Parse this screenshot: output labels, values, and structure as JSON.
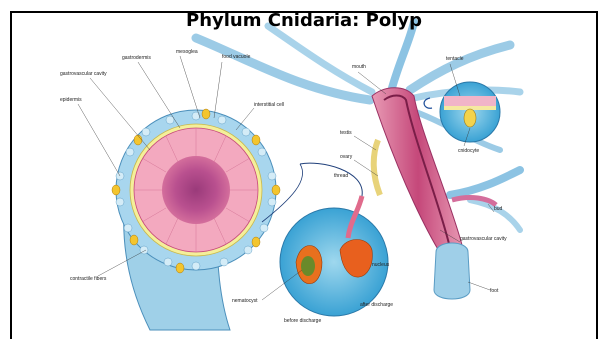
{
  "slide": {
    "title": "Phylum Cnidaria: Polyp"
  },
  "labels": {
    "food_vacuole": "food vacuole",
    "mesoglea": "mesoglea",
    "gastrodermis": "gastrodermis",
    "gastrovascular_cavity_left": "gastrovascular cavity",
    "epidermis": "epidermis",
    "interstitial_cell": "interstitial cell",
    "thread": "thread",
    "contractile_fibers": "contractile fibers",
    "nematocyst": "nematocyst",
    "nucleus": "nucleus",
    "before_discharge": "before discharge",
    "after_discharge": "after discharge",
    "mouth": "mouth",
    "tentacle": "tentacle",
    "testis": "testis",
    "ovary": "ovary",
    "cnidocyte": "cnidocyte",
    "bud": "bud",
    "gastrovascular_cavity_right": "gastrovascular cavity",
    "foot": "foot"
  }
}
